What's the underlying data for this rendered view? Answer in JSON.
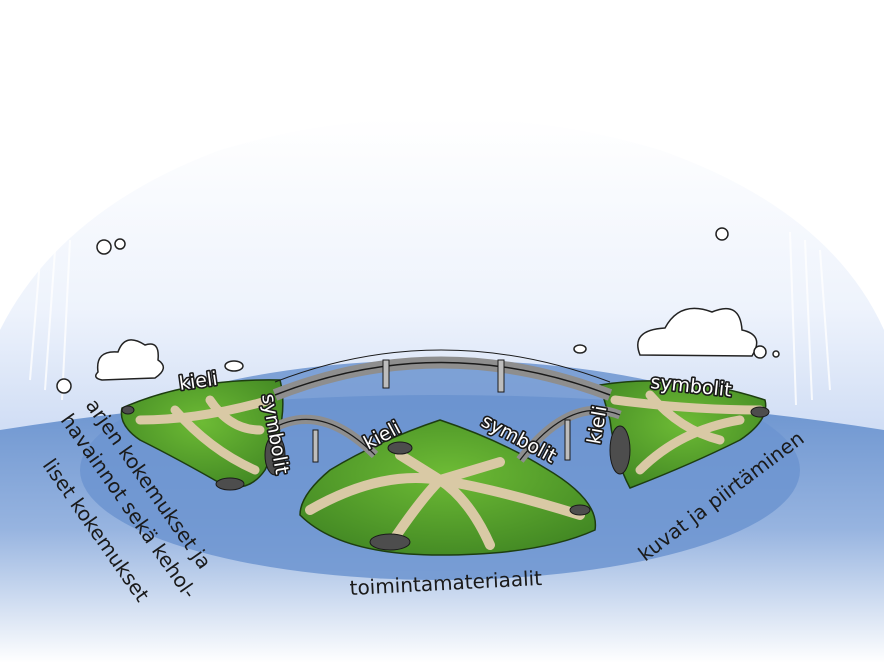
{
  "labels": {
    "kieli_left": "kieli",
    "kieli_center": "kieli",
    "kieli_right": "kieli",
    "symbolit_left": "symbolit",
    "symbolit_center": "symbolit",
    "symbolit_right": "symbolit",
    "arjen_line1": "arjen kokemukset ja",
    "arjen_line2": "havainnot sekä kehol-",
    "arjen_line3": "liset kokemukset",
    "toimintamateriaalit": "toimintamateriaalit",
    "kuvat": "kuvat ja piirtäminen"
  },
  "colors": {
    "sky_top": "#ffffff",
    "sky_bottom": "#b9cdee",
    "water": "#6f96d1",
    "grass": "#5aa22f",
    "path": "#d9c9a5",
    "bridge": "#9a9a9a"
  }
}
